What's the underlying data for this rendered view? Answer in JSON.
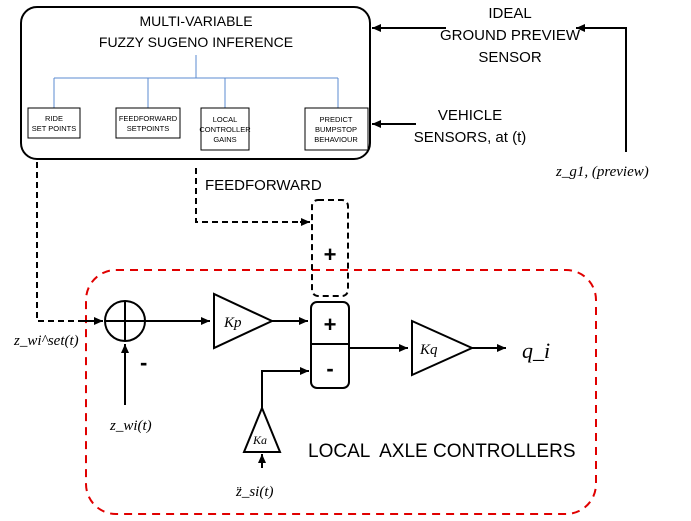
{
  "fuzzy_block": {
    "title_line1": "MULTI-VARIABLE",
    "title_line2": "FUZZY SUGENO INFERENCE",
    "outputs": [
      {
        "line1": "RIDE",
        "line2": "SET POINTS",
        "line3": ""
      },
      {
        "line1": "FEEDFORWARD",
        "line2": "SETPOINTS",
        "line3": ""
      },
      {
        "line1": "LOCAL",
        "line2": "CONTROLLER",
        "line3": "GAINS"
      },
      {
        "line1": "PREDICT",
        "line2": "BUMPSTOP",
        "line3": "BEHAVIOUR"
      }
    ]
  },
  "preview_sensor": {
    "line1": "IDEAL",
    "line2": "GROUND PREVIEW",
    "line3": "SENSOR"
  },
  "vehicle_sensors": {
    "line1": "VEHICLE",
    "line2": "SENSORS, at (t)"
  },
  "preview_signal": "z_g1, (preview)",
  "feedforward_label": "FEEDFORWARD",
  "local_controllers_label": "LOCAL  AXLE CONTROLLERS",
  "signs": {
    "ff_plus": "+",
    "sum_plus": "+",
    "sum_minus": "-",
    "circle_minus": "-"
  },
  "gains": {
    "kp": "Kp",
    "kq": "Kq",
    "ka": "Ka"
  },
  "signals": {
    "setpoint": "z_wi^set(t)",
    "measured": "z_wi(t)",
    "accel": "z̈_si(t)",
    "output": "q_i"
  }
}
